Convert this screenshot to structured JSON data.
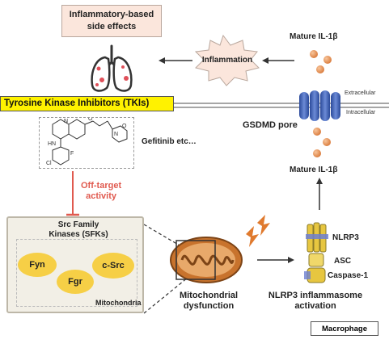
{
  "side_effects": {
    "line1": "Inflammatory-based",
    "line2": "side effects"
  },
  "inflammation": {
    "label": "Inflammation"
  },
  "mature_il1b_top": {
    "label": "Mature IL-1β"
  },
  "membrane": {
    "extracellular": "Extracellular",
    "intracellular": "Intracellular"
  },
  "tki": {
    "label": "Tyrosine Kinase Inhibitors (TKIs)"
  },
  "drug": {
    "label": "Gefitinib etc…",
    "molecule_atoms": [
      "HN",
      "Cl",
      "F",
      "N",
      "N",
      "O",
      "O"
    ]
  },
  "gsdmd": {
    "label": "GSDMD pore"
  },
  "mature_il1b_mid": {
    "label": "Mature IL-1β"
  },
  "off_target": {
    "line1": "Off-target",
    "line2": "activity"
  },
  "sfk": {
    "title1": "Src Family",
    "title2": "Kinases (SFKs)",
    "kinases": [
      "Fyn",
      "Fgr",
      "c-Src"
    ],
    "location": "Mitochondria"
  },
  "mito": {
    "line1": "Mitochondrial",
    "line2": "dysfunction"
  },
  "inflammasome": {
    "components": [
      "NLRP3",
      "ASC",
      "Caspase-1"
    ],
    "line1": "NLRP3 inflammasome",
    "line2": "activation"
  },
  "macrophage": {
    "label": "Macrophage"
  },
  "colors": {
    "tki_bar": "#fff200",
    "side_effect_box": "#fbe6dc",
    "inflammation_burst": "#fbe6dc",
    "il1b_particle": "#e89455",
    "off_target_text": "#e05a4f",
    "kinase": "#f6cf46",
    "mitochondria": "#c8732d",
    "gsdmd_pore": "#3f63b8",
    "inflammasome": "#e7c640",
    "lung": "#e0505a"
  }
}
